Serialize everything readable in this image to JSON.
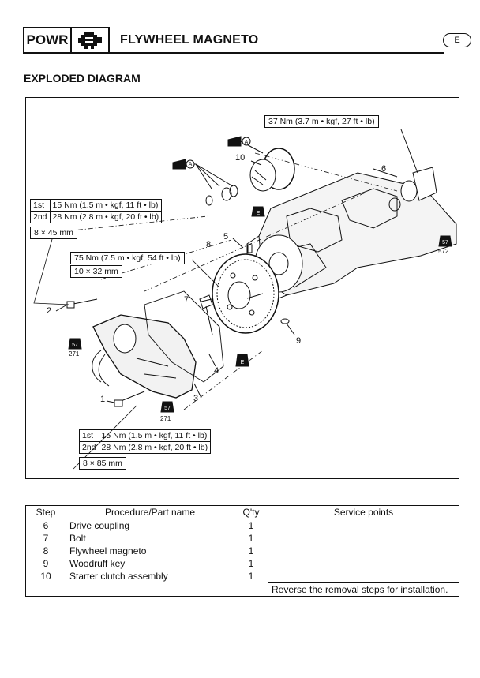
{
  "header": {
    "section_code": "POWR",
    "title": "FLYWHEEL MAGNETO",
    "language": "E"
  },
  "section_title": "EXPLODED DIAGRAM",
  "diagram": {
    "torque_top": "37 Nm (3.7 m • kgf, 27 ft • lb)",
    "torque_left": {
      "rows": [
        {
          "stage": "1st",
          "value": "15 Nm (1.5 m • kgf, 11 ft • lb)"
        },
        {
          "stage": "2nd",
          "value": "28 Nm (2.8 m • kgf, 20 ft • lb)"
        }
      ],
      "size": "8 × 45 mm"
    },
    "torque_flywheel": {
      "value": "75 Nm (7.5 m • kgf, 54 ft • lb)",
      "size": "10 × 32 mm"
    },
    "torque_bottom": {
      "rows": [
        {
          "stage": "1st",
          "value": "15 Nm (1.5 m • kgf, 11 ft • lb)"
        },
        {
          "stage": "2nd",
          "value": "28 Nm (2.8 m • kgf, 20 ft • lb)"
        }
      ],
      "size": "8 × 85 mm"
    },
    "callouts": [
      "1",
      "2",
      "3",
      "4",
      "5",
      "6",
      "7",
      "8",
      "9",
      "10"
    ],
    "grease_symbol": "A",
    "oil_symbol": "E",
    "sealant_symbol": "57",
    "sealant_refs": [
      "271",
      "271",
      "572"
    ]
  },
  "table": {
    "headers": {
      "step": "Step",
      "procedure": "Procedure/Part name",
      "qty": "Q'ty",
      "service": "Service points"
    },
    "rows": [
      {
        "step": "6",
        "part": "Drive coupling",
        "qty": "1",
        "service": ""
      },
      {
        "step": "7",
        "part": "Bolt",
        "qty": "1",
        "service": ""
      },
      {
        "step": "8",
        "part": "Flywheel magneto",
        "qty": "1",
        "service": ""
      },
      {
        "step": "9",
        "part": "Woodruff key",
        "qty": "1",
        "service": ""
      },
      {
        "step": "10",
        "part": "Starter clutch assembly",
        "qty": "1",
        "service": ""
      },
      {
        "step": "",
        "part": "",
        "qty": "",
        "service": "Reverse the removal steps for installation."
      }
    ]
  }
}
